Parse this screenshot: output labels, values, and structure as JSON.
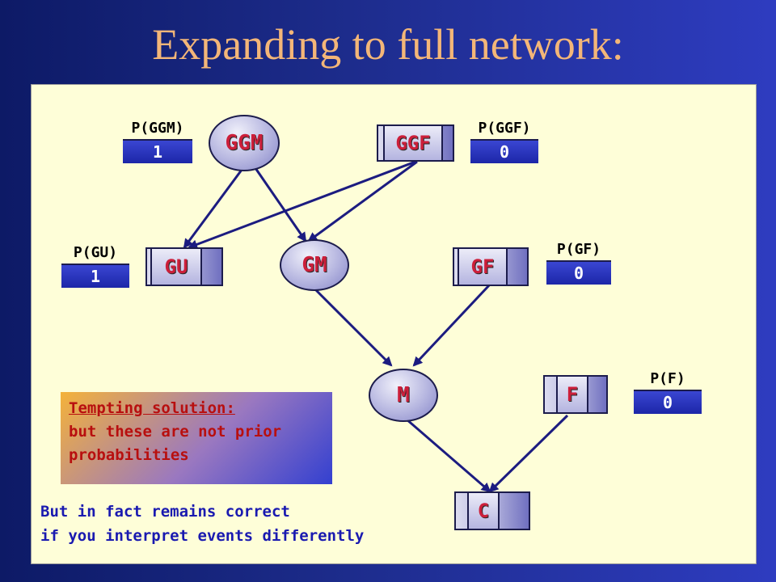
{
  "title": "Expanding to full network:",
  "nodes": {
    "ggm": "GGM",
    "ggf": "GGF",
    "gu": "GU",
    "gm": "GM",
    "gf": "GF",
    "m": "M",
    "f": "F",
    "c": "C"
  },
  "priors": {
    "ggm": {
      "label": "P(GGM)",
      "value": "1"
    },
    "ggf": {
      "label": "P(GGF)",
      "value": "0"
    },
    "gu": {
      "label": "P(GU)",
      "value": "1"
    },
    "gf": {
      "label": "P(GF)",
      "value": "0"
    },
    "f": {
      "label": "P(F)",
      "value": "0"
    }
  },
  "callout": {
    "heading": "Tempting solution:",
    "line1": "but these are not prior",
    "line2": "probabilities"
  },
  "note": {
    "line1": "But in fact remains correct",
    "line2": "if you interpret events differently"
  },
  "colors": {
    "node_text": "#cc1f3a",
    "edge": "#1c1c80",
    "note_text": "#1a1ab0",
    "title": "#f3b678"
  }
}
